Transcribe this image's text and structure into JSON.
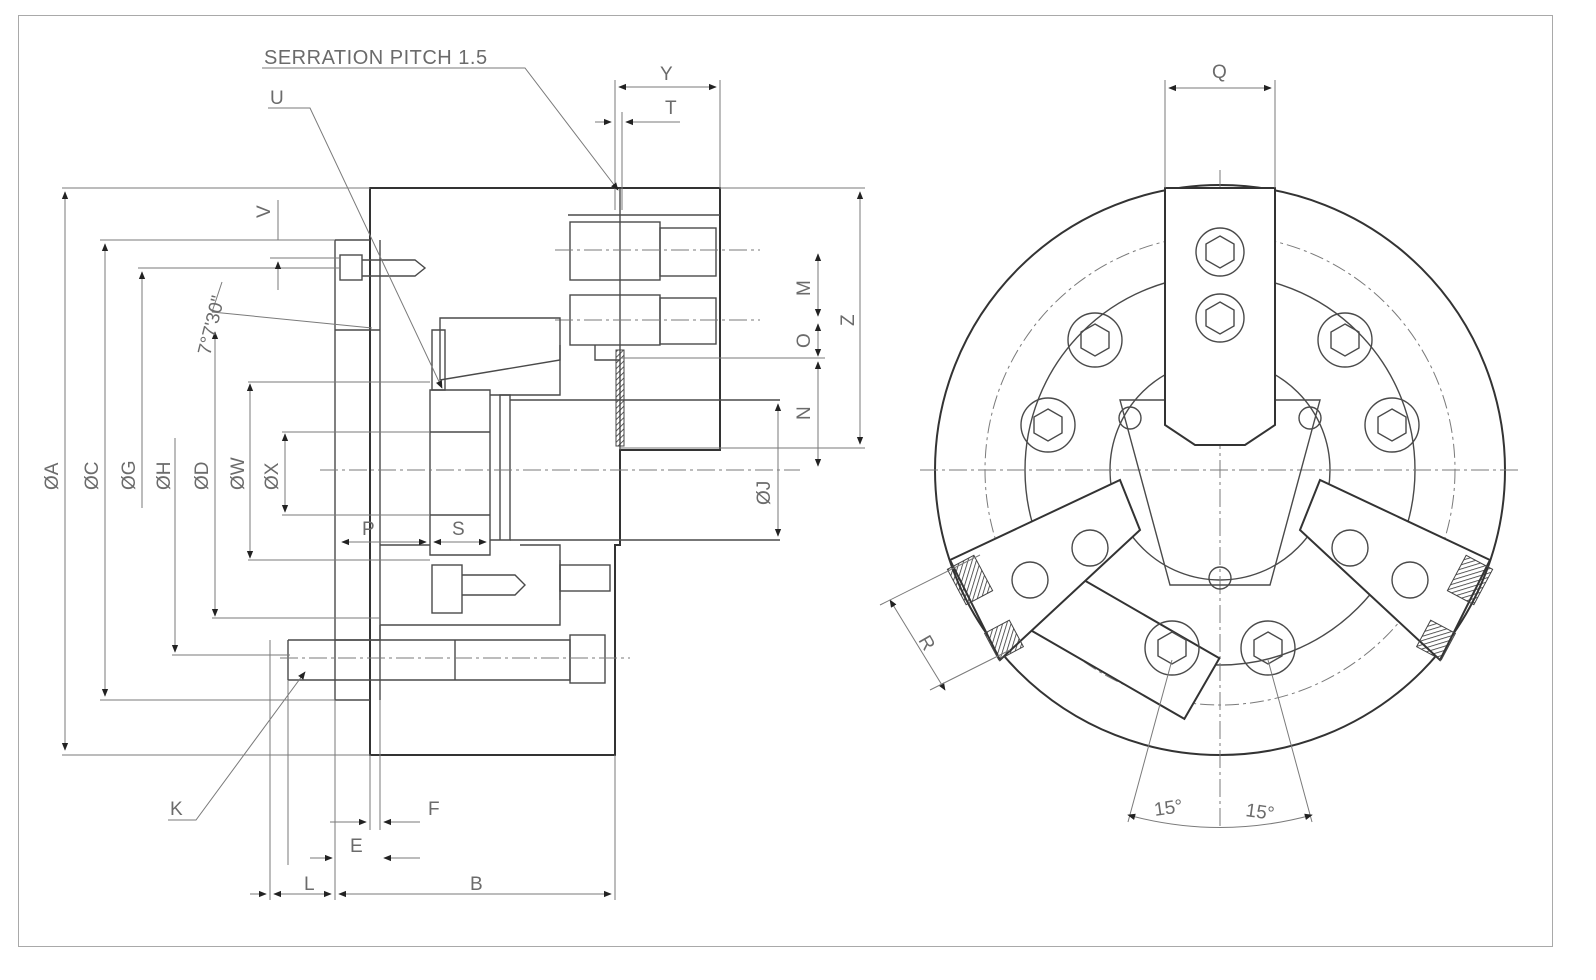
{
  "labels": {
    "serration": "SERRATION PITCH 1.5",
    "U": "U",
    "Y": "Y",
    "T": "T",
    "V": "V",
    "angle": "7°7'30\"",
    "M": "M",
    "O": "O",
    "Z": "Z",
    "N": "N",
    "J": "ØJ",
    "A": "ØA",
    "C": "ØC",
    "G": "ØG",
    "H": "ØH",
    "D": "ØD",
    "W": "ØW",
    "X": "ØX",
    "P": "P",
    "S": "S",
    "K": "K",
    "F": "F",
    "E": "E",
    "L": "L",
    "B": "B",
    "Q": "Q",
    "R": "R",
    "ang1": "15°",
    "ang2": "15°"
  }
}
